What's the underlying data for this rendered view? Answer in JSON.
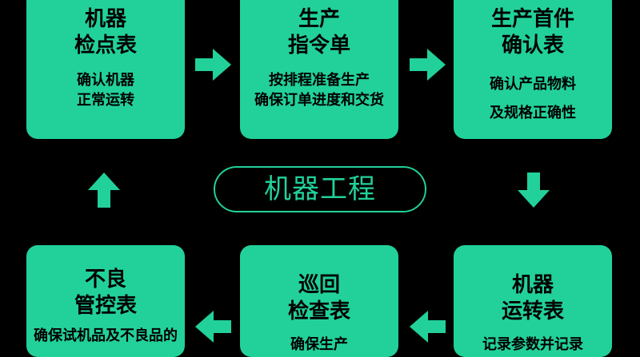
{
  "center_label": "机器工程",
  "accent": "#22d19a",
  "cards": [
    {
      "title": [
        "机器",
        "检点表"
      ],
      "desc": [
        "确认机器",
        "正常运转"
      ]
    },
    {
      "title": [
        "生产",
        "指令单"
      ],
      "desc": [
        "按排程准备生产",
        "确保订单进度和交货"
      ]
    },
    {
      "title": [
        "生产首件",
        "确认表"
      ],
      "desc": [
        "确认产品物料",
        "及规格正确性"
      ]
    },
    {
      "title": [
        "不良",
        "管控表"
      ],
      "desc": [
        "确保试机品及不良品的"
      ]
    },
    {
      "title": [
        "巡回",
        "检查表"
      ],
      "desc": [
        "确保生产"
      ]
    },
    {
      "title": [
        "机器",
        "运转表"
      ],
      "desc": [
        "记录参数并记录"
      ]
    }
  ]
}
